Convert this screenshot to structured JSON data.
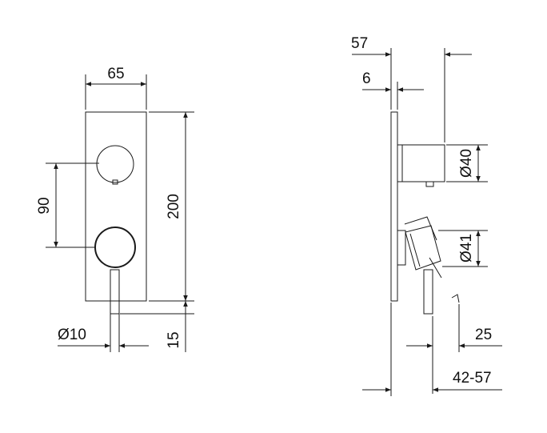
{
  "front_view": {
    "width_label": "65",
    "knob_spacing_label": "90",
    "height_label": "200",
    "stem_diameter_label": "Ø10",
    "stem_projection_label": "15"
  },
  "side_view": {
    "overall_depth_label": "57",
    "plate_thickness_label": "6",
    "top_knob_diameter_label": "Ø40",
    "bottom_knob_diameter_label": "Ø41",
    "lever_offset_label": "25",
    "wall_depth_label": "42-57"
  }
}
